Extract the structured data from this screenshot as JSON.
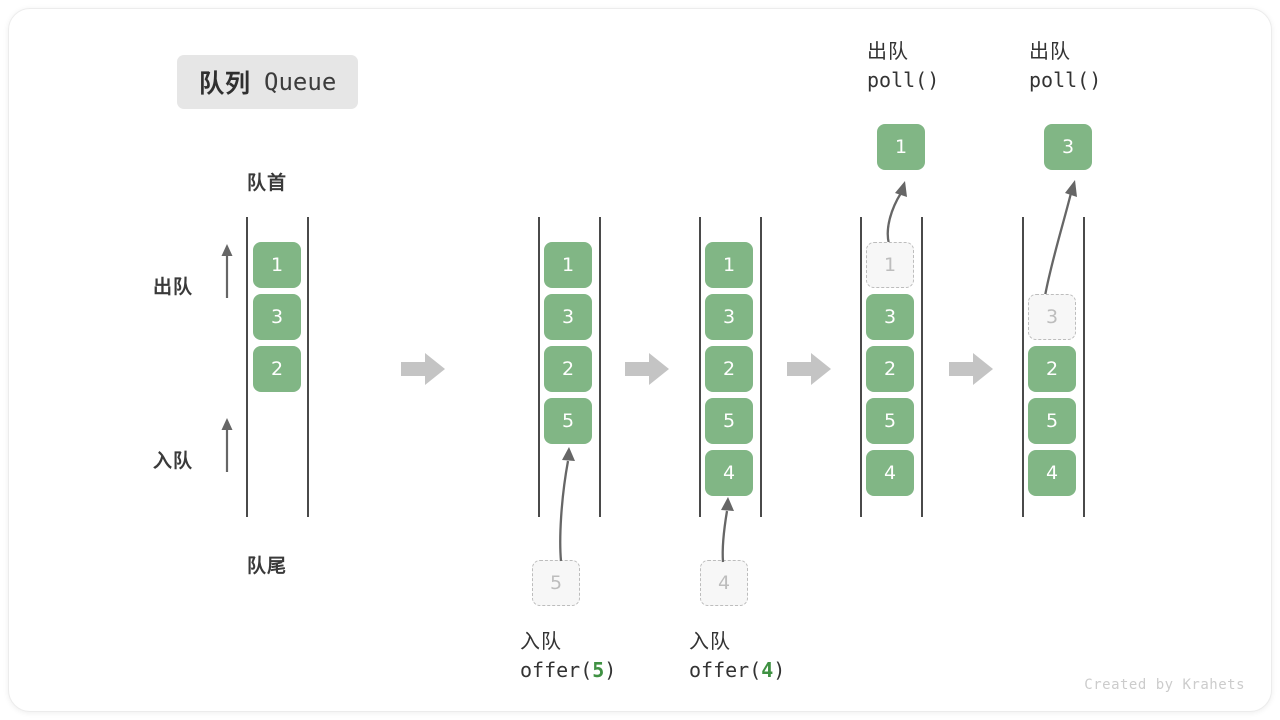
{
  "title": {
    "cn": "队列",
    "en": "Queue"
  },
  "labels": {
    "head": "队首",
    "tail": "队尾",
    "dequeue": "出队",
    "enqueue": "入队"
  },
  "colors": {
    "element_fill": "#81b685",
    "element_text": "#ffffff",
    "ghost_fill": "#f7f7f7",
    "ghost_border": "#bdbdbd",
    "rail": "#4a4a4a",
    "flow_arrow": "#c4c4c4",
    "badge_bg": "#e6e6e6",
    "accent_number": "#3f9142",
    "footer_text": "#cccccc"
  },
  "columns": [
    {
      "name": "initial-queue",
      "items": [
        "1",
        "3",
        "2"
      ],
      "ghost_index": null,
      "annotations": {
        "head": "队首",
        "tail": "队尾",
        "dequeue": "出队",
        "enqueue": "入队"
      }
    },
    {
      "name": "after-offer-5",
      "items": [
        "1",
        "3",
        "2",
        "5"
      ],
      "ghost_index": null,
      "incoming": {
        "value": "5",
        "op_cn": "入队",
        "op_code": "offer(",
        "op_arg": "5",
        "op_close": ")"
      }
    },
    {
      "name": "after-offer-4",
      "items": [
        "1",
        "3",
        "2",
        "5",
        "4"
      ],
      "ghost_index": null,
      "incoming": {
        "value": "4",
        "op_cn": "入队",
        "op_code": "offer(",
        "op_arg": "4",
        "op_close": ")"
      }
    },
    {
      "name": "poll-1",
      "items": [
        "1",
        "3",
        "2",
        "5",
        "4"
      ],
      "ghost_index": 0,
      "outgoing": {
        "value": "1",
        "op_cn": "出队",
        "op_code": "poll()"
      }
    },
    {
      "name": "poll-3",
      "items": [
        "3",
        "2",
        "5",
        "4"
      ],
      "ghost_index": 0,
      "outgoing": {
        "value": "3",
        "op_cn": "出队",
        "op_code": "poll()"
      }
    }
  ],
  "footer": "Created by Krahets"
}
